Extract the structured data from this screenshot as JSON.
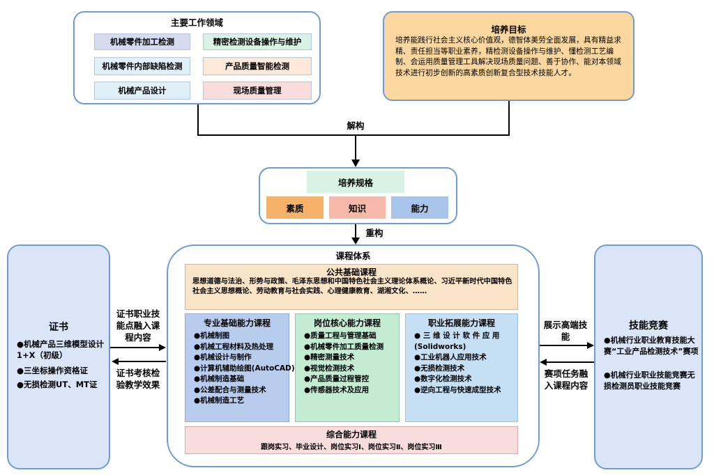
{
  "work_areas": {
    "title": "主要工作领域",
    "items": [
      "机械零件加工检测",
      "精密检测设备操作与维护",
      "机械零件内部缺陷检测",
      "产品质量智能检测",
      "机械产品设计",
      "现场质量管理"
    ]
  },
  "training_goal": {
    "title": "培养目标",
    "text": "培养能践行社会主义核心价值观，德智体美劳全面发展，具有精益求精、责任担当等职业素养，精检测设备操作与维护、懂检测工艺编制、会运用质量管理工具解决现场质量问题、善于协作、能对本领域技术进行初步创新的高素质创新复合型技术技能人才。"
  },
  "arrow_labels": {
    "deconstruct": "解构",
    "reconstruct": "重构",
    "cert_in": "证书职业技能点融入课程内容",
    "cert_out": "证书考核检验教学效果",
    "comp_out": "展示高端技能",
    "comp_in": "赛项任务融入课程内容"
  },
  "training_spec": {
    "title": "培养规格",
    "items": [
      "素质",
      "知识",
      "能力"
    ]
  },
  "curriculum": {
    "title": "课程体系",
    "public": {
      "title": "公共基础课程",
      "text": "思想道德与法治、形势与政策、毛泽东思想和中国特色社会主义理论体系概论、习近平新时代中国特色社会主义思想概论、劳动教育与社会实践、心理健康教育、湖湘文化、……"
    },
    "columns": [
      {
        "title": "专业基础能力课程",
        "items": [
          "●机械制图",
          "●机械工程材料及热处理",
          "●机械设计与制作",
          "●计算机辅助绘图(AutoCAD)",
          "●机械制造基础",
          "●公差配合与测量技术",
          "●机械制造工艺"
        ]
      },
      {
        "title": "岗位核心能力课程",
        "items": [
          "●质量工程与管理基础",
          "●机械零件加工质量检测",
          "●精密测量技术",
          "●视觉检测技术",
          "●产品质量过程管控",
          "●传感器技术及应用"
        ]
      },
      {
        "title": "职业拓展能力课程",
        "items": [
          "● 三 维 设 计 软 件 应 用",
          "(Solidworks)",
          "●工业机器人应用技术",
          "●无损检测技术",
          "●数字化检测技术",
          "●逆向工程与快速成型技术"
        ]
      }
    ],
    "comprehensive": {
      "title": "综合能力课程",
      "text": "跟岗实习、毕业设计、岗位实习Ⅰ、岗位实习Ⅱ、岗位实习Ⅲ"
    }
  },
  "certificate": {
    "title": "证书",
    "items": [
      "●机械产品三维模型设计1+X（初级）",
      "●三坐标操作资格证",
      "●无损检测UT、MT证"
    ]
  },
  "competition": {
    "title": "技能竞赛",
    "items": [
      "●机械行业职业教育技能大赛“工业产品检测技术”赛项",
      "●机械行业职业技能竞赛无损检测员职业技能竞赛"
    ]
  },
  "colors": {
    "border_blue": "#6e9bd1",
    "lavender": "#d5dbf0",
    "mint": "#d9f2e6",
    "light_cyan": "#dff0f9",
    "peach": "#fde9d9",
    "pink": "#f9dcdc",
    "goal_orange": "#fbd7a0",
    "orange_tag": "#f6b26b",
    "salmon_tag": "#f4b9a8",
    "blue_tag": "#a9c4ea",
    "public_bg": "#fbe5c8",
    "col1_bg": "#b8cdee",
    "col2_bg": "#c3ecd3",
    "col3_bg": "#c5dff5",
    "side_bg": "#dae6f7"
  }
}
